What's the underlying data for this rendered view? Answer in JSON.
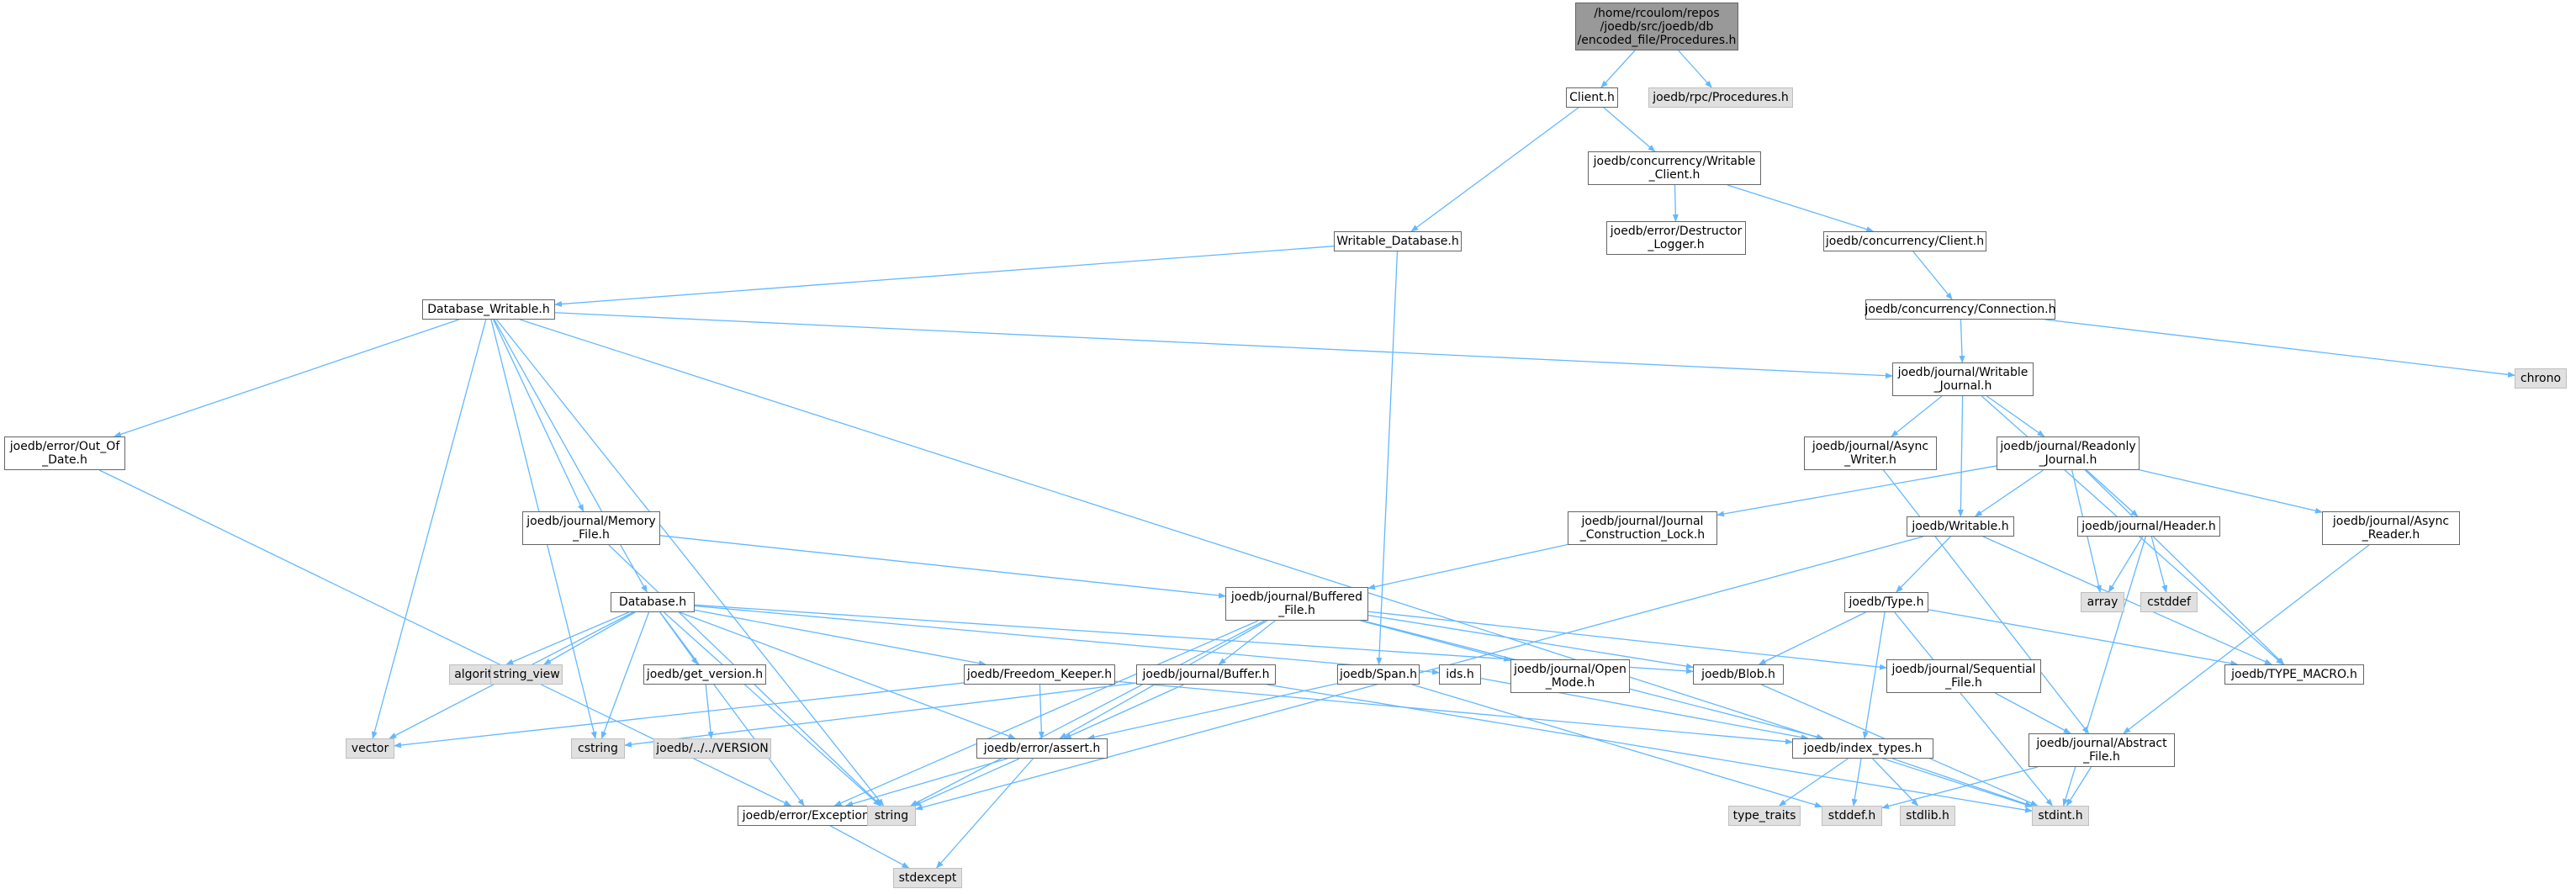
{
  "colors": {
    "edge": "#63b8ff",
    "node_border": "#666666",
    "node_fill": "#ffffff",
    "external_fill": "#e0e0e0",
    "external_border": "#bfbfbf",
    "root_fill": "#999999"
  },
  "nodes": [
    {
      "id": "root",
      "label": "/home/rcoulom/repos\n/joedb/src/joedb/db\n/encoded_file/Procedures.h",
      "kind": "root"
    },
    {
      "id": "client",
      "label": "Client.h",
      "kind": "internal"
    },
    {
      "id": "rpc_procedures",
      "label": "joedb/rpc/Procedures.h",
      "kind": "external"
    },
    {
      "id": "writable_client",
      "label": "joedb/concurrency/Writable\n_Client.h",
      "kind": "internal"
    },
    {
      "id": "writable_database",
      "label": "Writable_Database.h",
      "kind": "internal"
    },
    {
      "id": "destructor_logger",
      "label": "joedb/error/Destructor\n_Logger.h",
      "kind": "internal"
    },
    {
      "id": "concurrency_client",
      "label": "joedb/concurrency/Client.h",
      "kind": "internal"
    },
    {
      "id": "database_writable",
      "label": "Database_Writable.h",
      "kind": "internal"
    },
    {
      "id": "connection",
      "label": "joedb/concurrency/Connection.h",
      "kind": "internal"
    },
    {
      "id": "chrono",
      "label": "chrono",
      "kind": "external"
    },
    {
      "id": "writable_journal",
      "label": "joedb/journal/Writable\n_Journal.h",
      "kind": "internal"
    },
    {
      "id": "out_of_date",
      "label": "joedb/error/Out_Of\n_Date.h",
      "kind": "internal"
    },
    {
      "id": "async_writer",
      "label": "joedb/journal/Async\n_Writer.h",
      "kind": "internal"
    },
    {
      "id": "readonly_journal",
      "label": "joedb/journal/Readonly\n_Journal.h",
      "kind": "internal"
    },
    {
      "id": "memory_file",
      "label": "joedb/journal/Memory\n_File.h",
      "kind": "internal"
    },
    {
      "id": "construction_lock",
      "label": "joedb/journal/Journal\n_Construction_Lock.h",
      "kind": "internal"
    },
    {
      "id": "writable_h",
      "label": "joedb/Writable.h",
      "kind": "internal"
    },
    {
      "id": "header_h",
      "label": "joedb/journal/Header.h",
      "kind": "internal"
    },
    {
      "id": "async_reader",
      "label": "joedb/journal/Async\n_Reader.h",
      "kind": "internal"
    },
    {
      "id": "database_h",
      "label": "Database.h",
      "kind": "internal"
    },
    {
      "id": "buffered_file",
      "label": "joedb/journal/Buffered\n_File.h",
      "kind": "internal"
    },
    {
      "id": "type_h",
      "label": "joedb/Type.h",
      "kind": "internal"
    },
    {
      "id": "array",
      "label": "array",
      "kind": "external"
    },
    {
      "id": "cstddef",
      "label": "cstddef",
      "kind": "external"
    },
    {
      "id": "algorithm",
      "label": "algorithm",
      "kind": "external"
    },
    {
      "id": "string_view",
      "label": "string_view",
      "kind": "external"
    },
    {
      "id": "get_version",
      "label": "joedb/get_version.h",
      "kind": "internal"
    },
    {
      "id": "freedom_keeper",
      "label": "joedb/Freedom_Keeper.h",
      "kind": "internal"
    },
    {
      "id": "journal_buffer",
      "label": "joedb/journal/Buffer.h",
      "kind": "internal"
    },
    {
      "id": "span_h",
      "label": "joedb/Span.h",
      "kind": "internal"
    },
    {
      "id": "ids_h",
      "label": "ids.h",
      "kind": "internal"
    },
    {
      "id": "open_mode",
      "label": "joedb/journal/Open\n_Mode.h",
      "kind": "internal"
    },
    {
      "id": "blob_h",
      "label": "joedb/Blob.h",
      "kind": "internal"
    },
    {
      "id": "sequential_file",
      "label": "joedb/journal/Sequential\n_File.h",
      "kind": "internal"
    },
    {
      "id": "type_macro",
      "label": "joedb/TYPE_MACRO.h",
      "kind": "internal"
    },
    {
      "id": "vector",
      "label": "vector",
      "kind": "external"
    },
    {
      "id": "cstring",
      "label": "cstring",
      "kind": "external"
    },
    {
      "id": "version_file",
      "label": "joedb/../../VERSION",
      "kind": "external"
    },
    {
      "id": "assert_h",
      "label": "joedb/error/assert.h",
      "kind": "internal"
    },
    {
      "id": "index_types",
      "label": "joedb/index_types.h",
      "kind": "internal"
    },
    {
      "id": "abstract_file",
      "label": "joedb/journal/Abstract\n_File.h",
      "kind": "internal"
    },
    {
      "id": "exception_h",
      "label": "joedb/error/Exception.h",
      "kind": "internal"
    },
    {
      "id": "string",
      "label": "string",
      "kind": "external"
    },
    {
      "id": "type_traits",
      "label": "type_traits",
      "kind": "external"
    },
    {
      "id": "stddef_h",
      "label": "stddef.h",
      "kind": "external"
    },
    {
      "id": "stdlib_h",
      "label": "stdlib.h",
      "kind": "external"
    },
    {
      "id": "stdint_h",
      "label": "stdint.h",
      "kind": "external"
    },
    {
      "id": "stdexcept",
      "label": "stdexcept",
      "kind": "external"
    }
  ],
  "edges": [
    [
      "root",
      "client"
    ],
    [
      "root",
      "rpc_procedures"
    ],
    [
      "client",
      "writable_client"
    ],
    [
      "client",
      "writable_database"
    ],
    [
      "writable_client",
      "destructor_logger"
    ],
    [
      "writable_client",
      "concurrency_client"
    ],
    [
      "writable_database",
      "database_writable"
    ],
    [
      "writable_database",
      "span_h"
    ],
    [
      "concurrency_client",
      "connection"
    ],
    [
      "connection",
      "writable_journal"
    ],
    [
      "connection",
      "chrono"
    ],
    [
      "database_writable",
      "out_of_date"
    ],
    [
      "database_writable",
      "memory_file"
    ],
    [
      "database_writable",
      "database_h"
    ],
    [
      "database_writable",
      "writable_journal"
    ],
    [
      "database_writable",
      "stdint_h"
    ],
    [
      "database_writable",
      "vector"
    ],
    [
      "database_writable",
      "cstring"
    ],
    [
      "database_writable",
      "string"
    ],
    [
      "writable_journal",
      "async_writer"
    ],
    [
      "writable_journal",
      "readonly_journal"
    ],
    [
      "writable_journal",
      "writable_h"
    ],
    [
      "writable_journal",
      "type_macro"
    ],
    [
      "out_of_date",
      "exception_h"
    ],
    [
      "async_writer",
      "abstract_file"
    ],
    [
      "readonly_journal",
      "construction_lock"
    ],
    [
      "readonly_journal",
      "writable_h"
    ],
    [
      "readonly_journal",
      "header_h"
    ],
    [
      "readonly_journal",
      "async_reader"
    ],
    [
      "readonly_journal",
      "array"
    ],
    [
      "readonly_journal",
      "type_macro"
    ],
    [
      "memory_file",
      "buffered_file"
    ],
    [
      "memory_file",
      "string"
    ],
    [
      "construction_lock",
      "buffered_file"
    ],
    [
      "writable_h",
      "type_h"
    ],
    [
      "writable_h",
      "string"
    ],
    [
      "writable_h",
      "type_macro"
    ],
    [
      "header_h",
      "array"
    ],
    [
      "header_h",
      "cstddef"
    ],
    [
      "header_h",
      "stdint_h"
    ],
    [
      "async_reader",
      "abstract_file"
    ],
    [
      "database_h",
      "algorithm"
    ],
    [
      "database_h",
      "string_view"
    ],
    [
      "database_h",
      "get_version"
    ],
    [
      "database_h",
      "freedom_keeper"
    ],
    [
      "database_h",
      "ids_h"
    ],
    [
      "database_h",
      "blob_h"
    ],
    [
      "database_h",
      "vector"
    ],
    [
      "database_h",
      "cstring"
    ],
    [
      "database_h",
      "assert_h"
    ],
    [
      "database_h",
      "exception_h"
    ],
    [
      "database_h",
      "string"
    ],
    [
      "buffered_file",
      "journal_buffer"
    ],
    [
      "buffered_file",
      "open_mode"
    ],
    [
      "buffered_file",
      "blob_h"
    ],
    [
      "buffered_file",
      "sequential_file"
    ],
    [
      "buffered_file",
      "index_types"
    ],
    [
      "buffered_file",
      "assert_h"
    ],
    [
      "buffered_file",
      "exception_h"
    ],
    [
      "buffered_file",
      "string"
    ],
    [
      "type_h",
      "blob_h"
    ],
    [
      "type_h",
      "index_types"
    ],
    [
      "type_h",
      "type_macro"
    ],
    [
      "type_h",
      "stdint_h"
    ],
    [
      "get_version",
      "version_file"
    ],
    [
      "freedom_keeper",
      "assert_h"
    ],
    [
      "freedom_keeper",
      "index_types"
    ],
    [
      "freedom_keeper",
      "vector"
    ],
    [
      "journal_buffer",
      "assert_h"
    ],
    [
      "journal_buffer",
      "stdint_h"
    ],
    [
      "journal_buffer",
      "cstring"
    ],
    [
      "span_h",
      "assert_h"
    ],
    [
      "span_h",
      "stddef_h"
    ],
    [
      "ids_h",
      "index_types"
    ],
    [
      "blob_h",
      "stdint_h"
    ],
    [
      "sequential_file",
      "abstract_file"
    ],
    [
      "assert_h",
      "exception_h"
    ],
    [
      "assert_h",
      "string"
    ],
    [
      "assert_h",
      "stdexcept"
    ],
    [
      "index_types",
      "type_traits"
    ],
    [
      "index_types",
      "stddef_h"
    ],
    [
      "index_types",
      "stdlib_h"
    ],
    [
      "index_types",
      "stdint_h"
    ],
    [
      "abstract_file",
      "stddef_h"
    ],
    [
      "abstract_file",
      "stdint_h"
    ],
    [
      "exception_h",
      "stdexcept"
    ]
  ]
}
